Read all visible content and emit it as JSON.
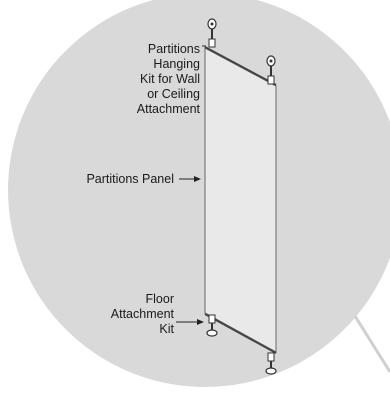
{
  "labels": {
    "hanging_kit": [
      "Partitions",
      "Hanging",
      "Kit for Wall",
      "or Ceiling",
      "Attachment"
    ],
    "panel": "Partitions Panel",
    "floor_kit": [
      "Floor",
      "Attachment",
      "Kit"
    ]
  },
  "colors": {
    "circle_fill": "#d9d9d9",
    "panel_fill": "#e8e8e8",
    "line": "#555555",
    "text": "#1a1a1a"
  }
}
